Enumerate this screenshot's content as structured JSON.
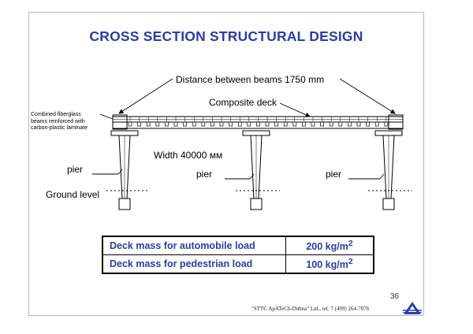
{
  "title": "CROSS SECTION STRUCTURAL DESIGN",
  "labels": {
    "distance_between_beams": "Distance between beams 1750 mm",
    "composite_deck": "Composite deck",
    "combined_beams": [
      "Combined fiberglass",
      "beams reinforced with",
      "carbon-plastic laminate"
    ],
    "width": "Width 40000 мм",
    "pier": "pier",
    "ground_level": "Ground level"
  },
  "table": {
    "rows": [
      {
        "label": "Deck mass for automobile load",
        "value": "200 kg/m",
        "sup": "2"
      },
      {
        "label": "Deck mass for pedestrian load",
        "value": "100 kg/m",
        "sup": "2"
      }
    ]
  },
  "page_number": "36",
  "footer": "\"STTC ApATeCh-Dubna\" Ltd., tel. 7 (499) 264-7076",
  "colors": {
    "title": "#2a3fa0",
    "table_text": "#2a3fa0",
    "logo": "#2a3fa0"
  }
}
